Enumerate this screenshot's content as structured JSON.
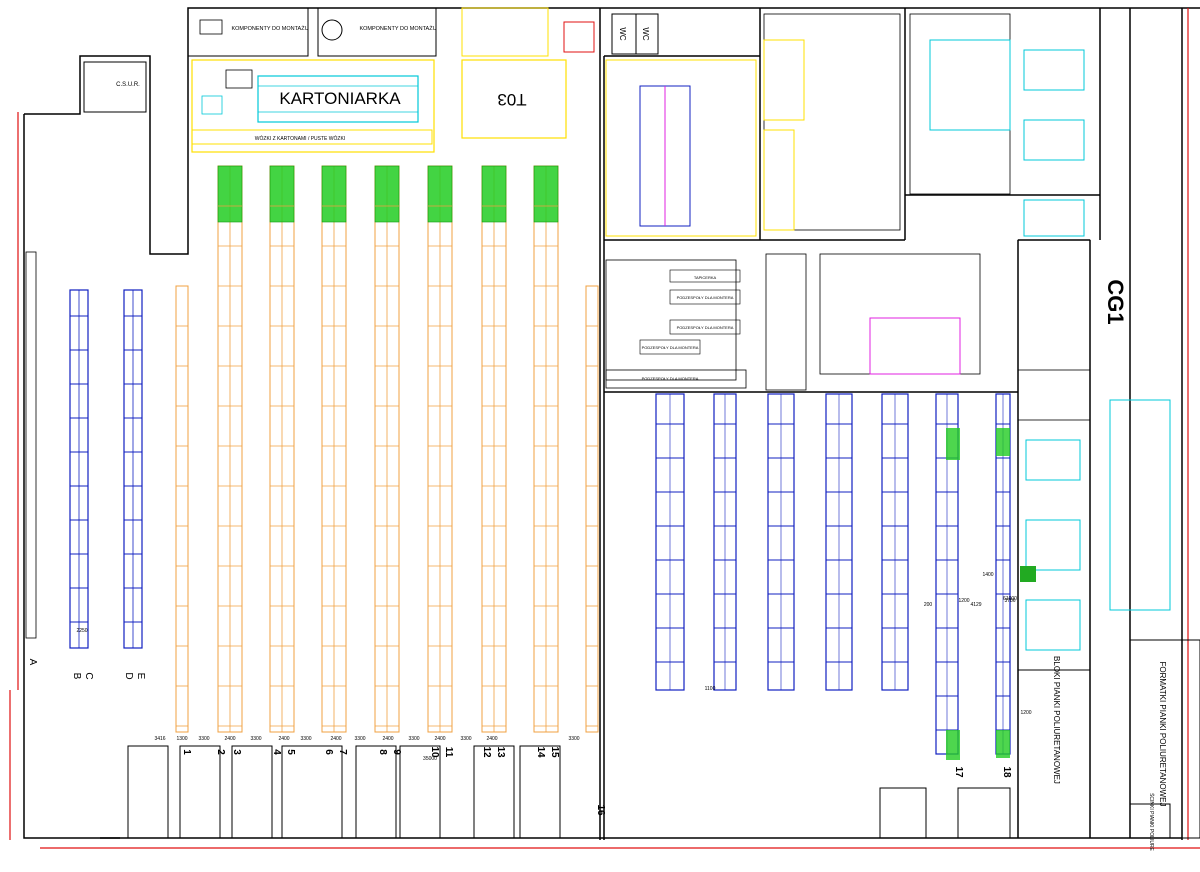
{
  "labels": {
    "kartoniarka": "KARTONIARKA",
    "t03": "T03",
    "csur": "C.S.U.R.",
    "komponenty_1": "KOMPONENTY DO MONTAŻU",
    "komponenty_2": "KOMPONENTY DO MONTAŻU",
    "wozki": "WÓZKI Z KARTONAMI / PUSTE WÓZKI",
    "wc1": "WC",
    "wc2": "WC",
    "cg1": "CG1",
    "tapicerka": "TAPICERKA",
    "podzespoly_1": "PODZESPOŁY DLA MONTERA",
    "podzespoly_2": "PODZESPOŁY DLA MONTERA",
    "podzespoly_3": "PODZESPOŁY DLA MONTERA",
    "podzespoly_4": "PODZESPOŁY DLA MONTERA",
    "bloki": "BLOKI PIANKI POLIURETANOWEJ",
    "formatki": "FORMATKI PIANKI POLIURETANOWEJ",
    "scinki": "ŚCINKI PIANKI POLIURE",
    "formatki_small": "FORMATKI PIANKI POLIURETANOWEJ"
  },
  "row_letters": [
    "A",
    "B",
    "C",
    "D",
    "E"
  ],
  "bay_numbers": [
    "1",
    "2",
    "3",
    "4",
    "5",
    "6",
    "7",
    "8",
    "9",
    "10",
    "11",
    "12",
    "13",
    "14",
    "15",
    "16",
    "17",
    "18"
  ],
  "dimensions": [
    "3416",
    "1300",
    "3300",
    "2400",
    "3300",
    "2400",
    "3300",
    "2400",
    "3300",
    "2400",
    "3300",
    "2400",
    "3300",
    "2400",
    "3300",
    "2250",
    "1100",
    "200",
    "1200",
    "4129",
    "3786",
    "1200",
    "61000",
    "35000",
    "1400"
  ],
  "colors": {
    "wall": "#000000",
    "rack_orange": "#f0a040",
    "rack_blue": "#1020c0",
    "green_zone": "#22cc22",
    "fire_red": "#e01010",
    "yellow": "#ffe000",
    "cyan": "#00c8d8",
    "magenta": "#e020e0"
  }
}
